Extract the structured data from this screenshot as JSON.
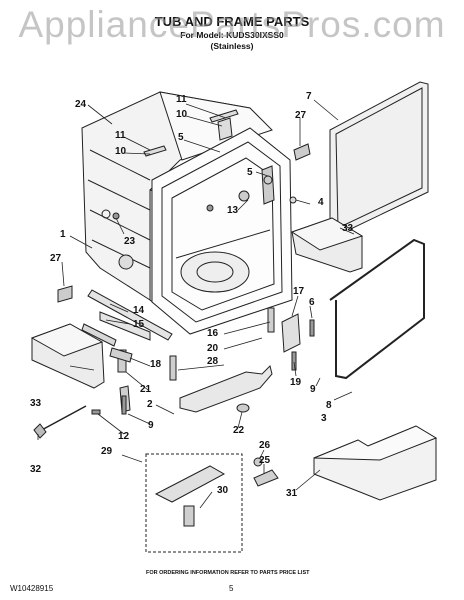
{
  "watermark": "AppliancePartsPros.com",
  "header": {
    "title": "TUB AND FRAME PARTS",
    "model_line": "For Model: KUDS30IXSS0",
    "variant": "(Stainless)"
  },
  "callouts": {
    "c1": "1",
    "c2": "2",
    "c3": "3",
    "c4": "4",
    "c5a": "5",
    "c5b": "5",
    "c6": "6",
    "c7": "7",
    "c8": "8",
    "c9": "9",
    "c10a": "10",
    "c10b": "10",
    "c11a": "11",
    "c11b": "11",
    "c12": "12",
    "c13": "13",
    "c14": "14",
    "c15": "15",
    "c16": "16",
    "c17": "17",
    "c18": "18",
    "c19": "19",
    "c20": "20",
    "c21": "21",
    "c22": "22",
    "c23": "23",
    "c24": "24",
    "c25": "25",
    "c26": "26",
    "c27a": "27",
    "c27b": "27",
    "c28": "28",
    "c29": "29",
    "c30": "30",
    "c31": "31",
    "c32": "32",
    "c33a": "33",
    "c33b": "33"
  },
  "footer": {
    "order_info": "FOR ORDERING INFORMATION REFER TO PARTS PRICE LIST",
    "doc_number": "W10428915",
    "page": "5"
  }
}
